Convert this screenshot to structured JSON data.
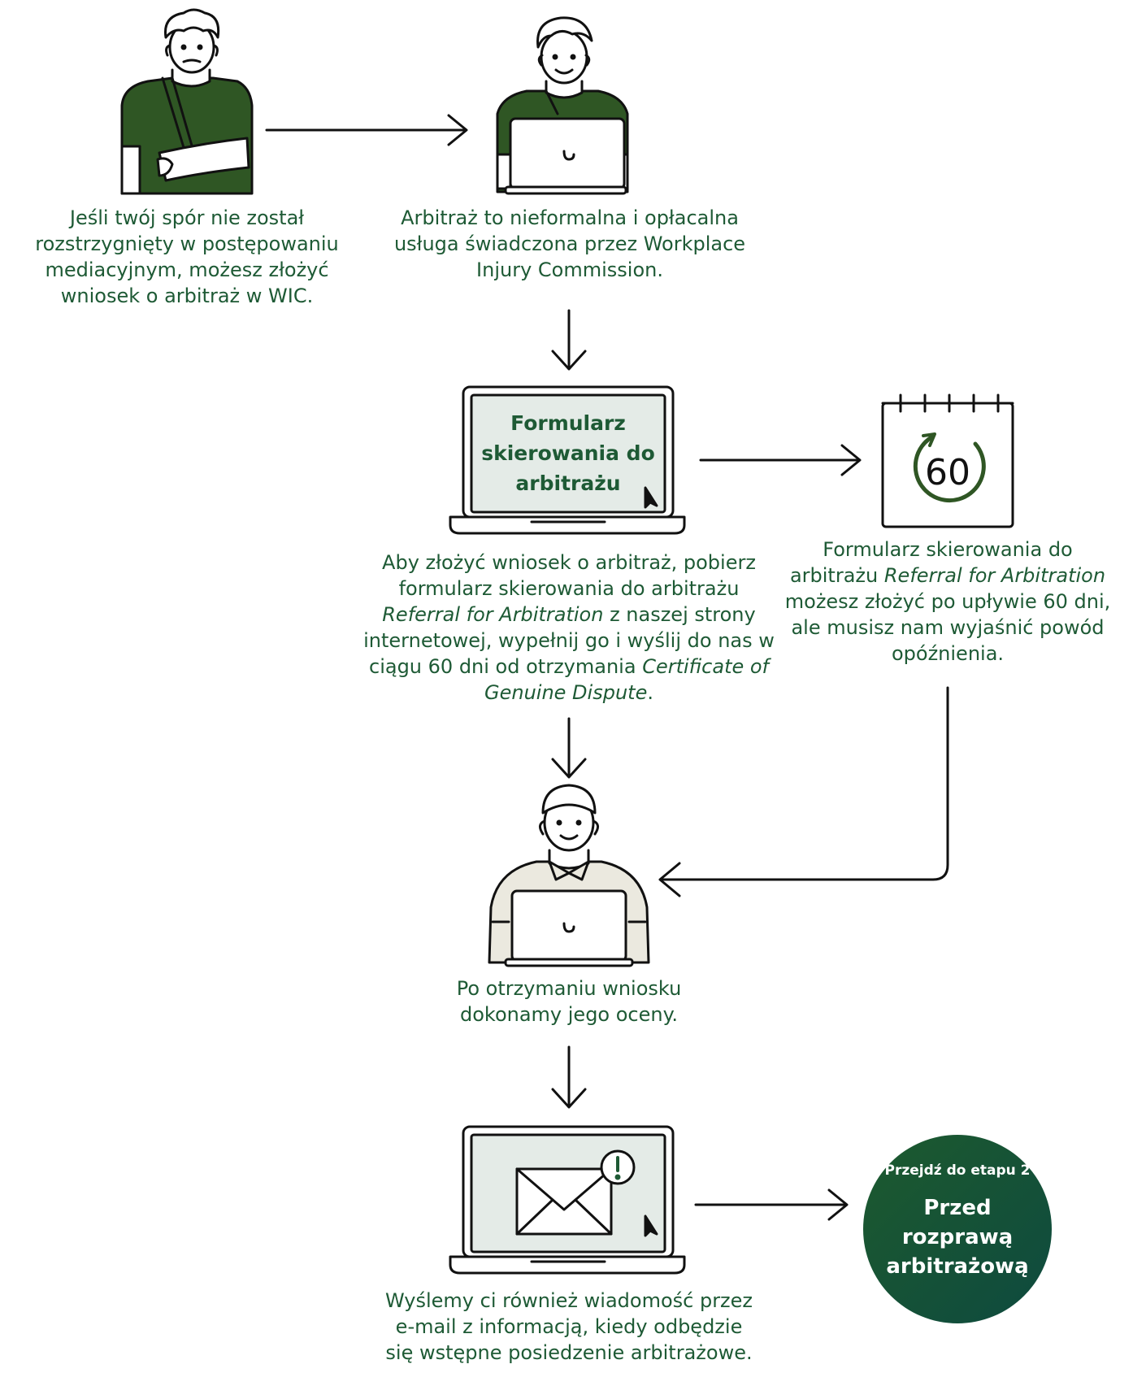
{
  "colors": {
    "text": "#1e5a35",
    "shirt": "#2f5624",
    "screen": "#e4ebe7",
    "line": "#111111",
    "badge_start": "#1d5a2e",
    "badge_end": "#0e4a3f"
  },
  "steps": {
    "step1": {
      "icon": "injured-worker-arm-sling-icon",
      "caption": "Jeśli twój spór nie został rozstrzygnięty w postępowaniu mediacyjnym, możesz złożyć wniosek o arbitraż w WIC."
    },
    "step2": {
      "icon": "worker-with-laptop-icon",
      "caption": "Arbitraż to nieformalna i opłacalna usługa świadczona przez Workplace Injury Commission."
    },
    "step3": {
      "icon": "laptop-form-icon",
      "screen_line1": "Formularz",
      "screen_line2": "skierowania do",
      "screen_line3": "arbitrażu",
      "caption_part1": "Aby złożyć wniosek o arbitraż, pobierz formularz skierowania do arbitrażu",
      "caption_italic1": "Referral for Arbitration",
      "caption_part2": "z naszej strony internetowej, wypełnij go i wyślij do nas w ciągu 60 dni od otrzymania",
      "caption_italic2": "Certificate of Genuine Dispute",
      "caption_part3": "."
    },
    "step4": {
      "icon": "calendar-60-days-icon",
      "calendar_number": "60",
      "caption_part1": "Formularz skierowania do arbitrażu",
      "caption_italic": "Referral for Arbitration",
      "caption_part2": "możesz złożyć po upływie 60 dni, ale musisz nam wyjaśnić powód opóźnienia."
    },
    "step5": {
      "icon": "officer-with-laptop-icon",
      "caption": "Po otrzymaniu wniosku dokonamy jego oceny."
    },
    "step6": {
      "icon": "laptop-email-notification-icon",
      "caption": "Wyślemy ci również wiadomość przez e-mail z informacją, kiedy odbędzie się wstępne posiedzenie arbitrażowe."
    }
  },
  "next_stage": {
    "small_label": "Przejdź do etapu 2",
    "large_label_line1": "Przed rozprawą",
    "large_label_line2": "arbitrażową"
  }
}
